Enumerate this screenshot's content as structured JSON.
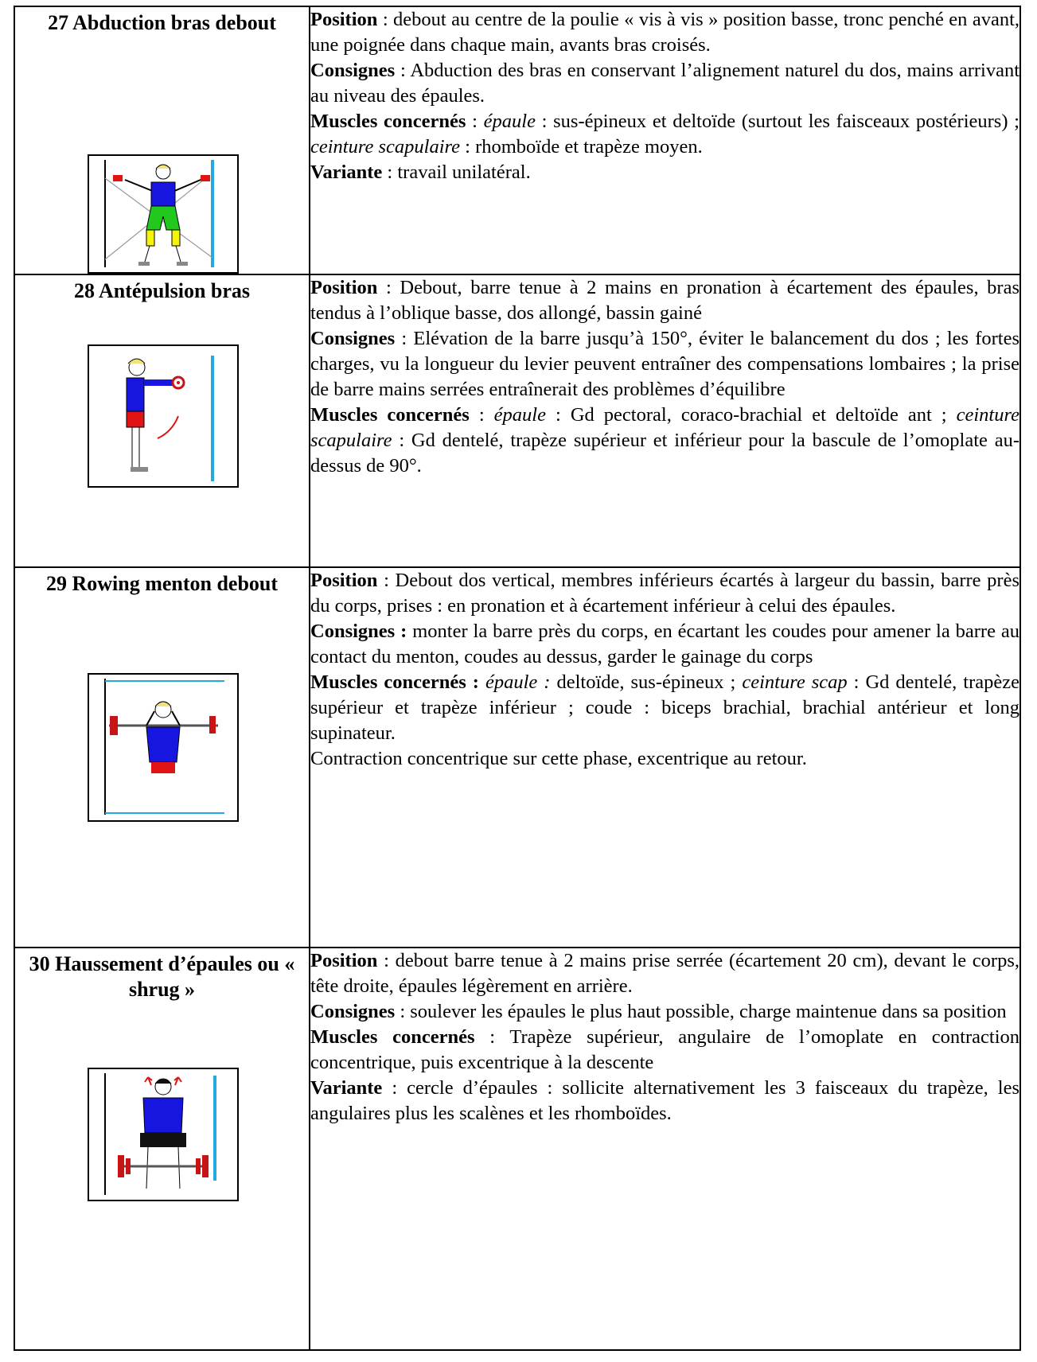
{
  "rows": [
    {
      "title": "27 Abduction bras debout",
      "position_label": "Position",
      "position_text": " : debout au centre de la poulie « vis à vis » position basse, tronc penché en avant, une poignée dans chaque main, avants bras croisés.",
      "consignes_label": "Consignes",
      "consignes_text": " : Abduction des bras en conservant l’alignement naturel du dos, mains arrivant au niveau des épaules.",
      "muscles_label": "Muscles concernés",
      "muscles_sep1": " : ",
      "muscles_i1": "épaule",
      "muscles_t1": " : sus-épineux et deltoïde (surtout les faisceaux postérieurs) ; ",
      "muscles_i2": "ceinture scapulaire",
      "muscles_t2": " : rhomboïde et trapèze moyen.",
      "variante_label": "Variante",
      "variante_text": " : travail unilatéral."
    },
    {
      "title": "28 Antépulsion bras",
      "position_label": "Position",
      "position_text": " : Debout, barre tenue à 2 mains en pronation à écartement des épaules, bras tendus à l’oblique basse, dos allongé, bassin gainé",
      "consignes_label": "Consignes",
      "consignes_text": " : Elévation de la barre jusqu’à 150°, éviter le balancement du dos ; les fortes charges, vu la longueur du levier peuvent entraîner des compensations lombaires ; la prise de barre mains serrées entraînerait des problèmes d’équilibre",
      "muscles_label": "Muscles concernés",
      "muscles_sep1": " : ",
      "muscles_i1": "épaule",
      "muscles_t1": " : Gd pectoral, coraco-brachial et deltoïde ant ; ",
      "muscles_i2": "ceinture scapulaire",
      "muscles_t2": " : Gd dentelé, trapèze supérieur et inférieur pour la bascule de l’omoplate au-dessus de 90°."
    },
    {
      "title": "29 Rowing menton debout",
      "position_label": "Position",
      "position_text": " : Debout dos vertical, membres inférieurs écartés à largeur du bassin, barre près du corps, prises : en pronation et à écartement inférieur à celui des épaules.",
      "consignes_label": "Consignes :",
      "consignes_text": " monter la barre près du corps, en écartant les coudes pour amener la barre au contact du menton, coudes au dessus, garder le gainage du corps",
      "muscles_label": "Muscles concernés :",
      "muscles_sep1": " ",
      "muscles_i1": "épaule :",
      "muscles_t1": " deltoïde, sus-épineux ; ",
      "muscles_i2": "ceinture scap",
      "muscles_t2": " : Gd dentelé, trapèze supérieur et trapèze inférieur ; coude : biceps brachial, brachial antérieur et long supinateur.",
      "extra_text": "Contraction concentrique sur cette phase, excentrique au retour."
    },
    {
      "title": "30 Haussement d’épaules ou « shrug »",
      "position_label": "Position",
      "position_text": " : debout barre tenue à 2 mains prise serrée (écartement 20 cm), devant le corps, tête droite, épaules légèrement en arrière.",
      "consignes_label": "Consignes",
      "consignes_text": " : soulever les épaules le plus haut possible, charge maintenue dans sa position",
      "muscles_label": "Muscles concernés",
      "muscles_text": " : Trapèze supérieur, angulaire de l’omoplate en contraction concentrique, puis excentrique à la descente",
      "variante_label": "Variante",
      "variante_text": " : cercle d’épaules : sollicite alternativement les 3 faisceaux du trapèze, les angulaires plus les scalènes et les rhomboïdes."
    }
  ],
  "colors": {
    "shirt": "#1616e0",
    "shorts_green": "#22c81e",
    "shorts_red": "#e01414",
    "socks": "#f5f50a",
    "hair": "#f2e27a",
    "pole": "#21a9e0",
    "weight": "#c81414"
  }
}
